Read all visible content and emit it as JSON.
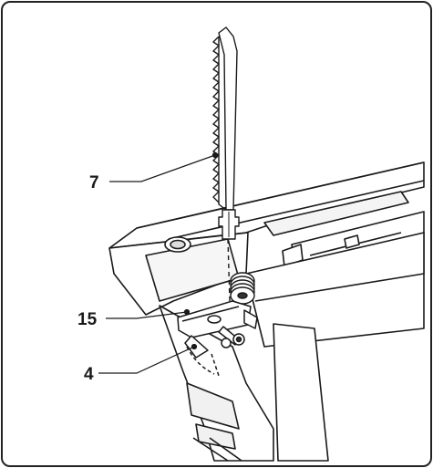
{
  "figure": {
    "callouts": [
      {
        "id": "c7",
        "label": "7"
      },
      {
        "id": "c15",
        "label": "15"
      },
      {
        "id": "c4",
        "label": "4"
      }
    ],
    "parts": {
      "blade": "saw-blade",
      "blade_holder": "blade-clamp-lever",
      "housing": "jigsaw-housing"
    }
  }
}
